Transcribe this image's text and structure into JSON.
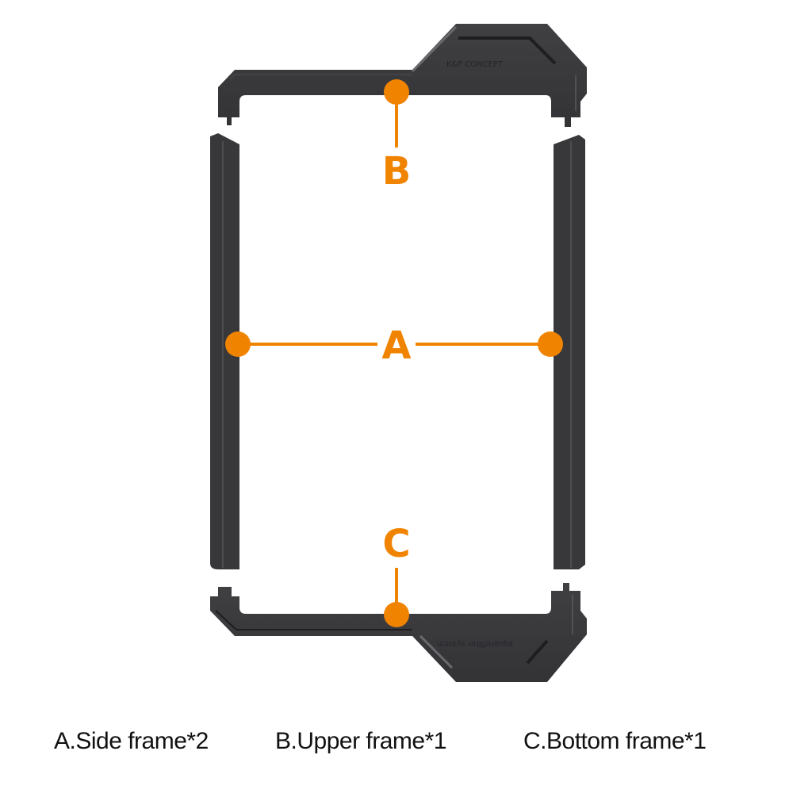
{
  "colors": {
    "accent": "#f08300",
    "frame": "#3a3a3c",
    "frame_dark": "#2a2a2c",
    "frame_highlight": "#5a5a5e",
    "background": "#ffffff",
    "caption_text": "#111111"
  },
  "markers": {
    "a": {
      "letter": "A"
    },
    "b": {
      "letter": "B"
    },
    "c": {
      "letter": "C"
    }
  },
  "engravings": {
    "upper_frame_logo": "K&F CONCEPT",
    "bottom_frame_text": "squarefilter system"
  },
  "captions": [
    {
      "label": "A.Side frame*2"
    },
    {
      "label": "B.Upper frame*1"
    },
    {
      "label": "C.Bottom frame*1"
    }
  ]
}
